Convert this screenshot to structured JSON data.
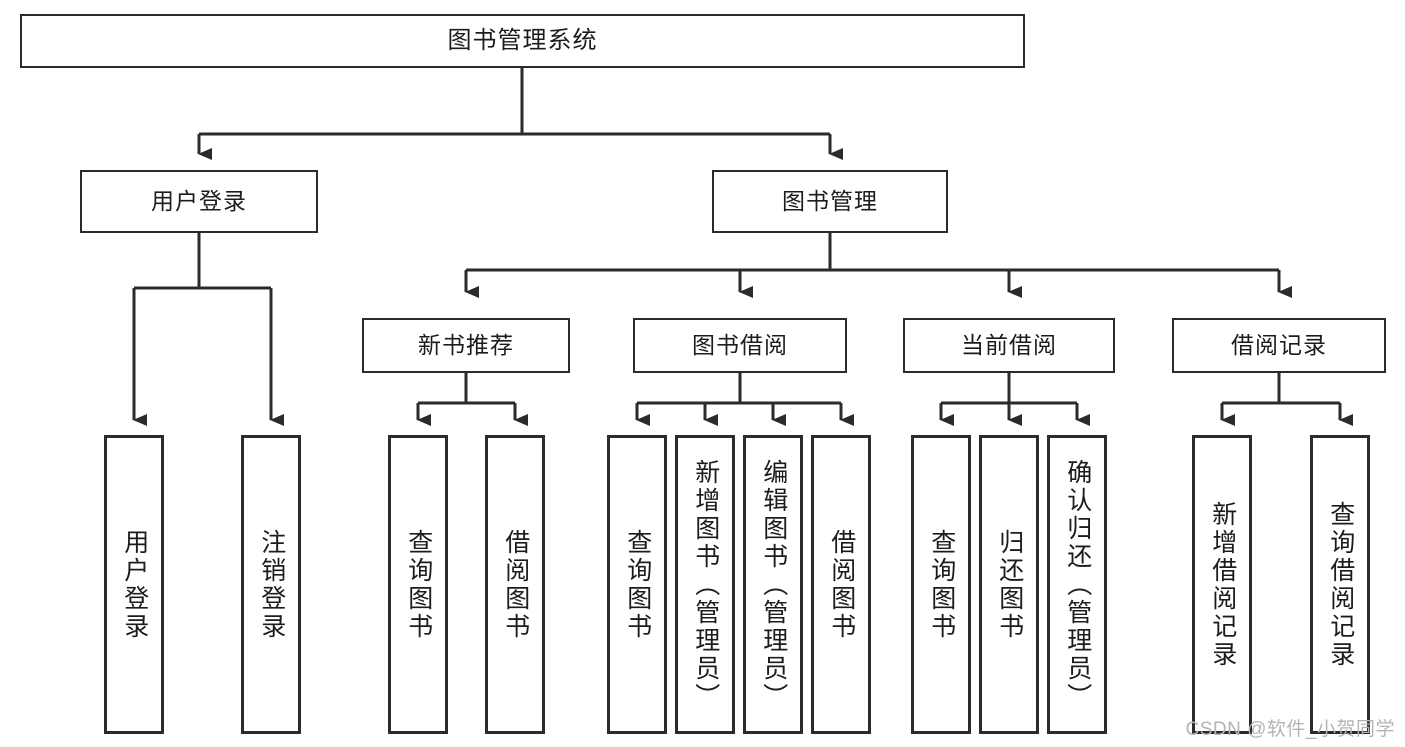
{
  "diagram": {
    "title": "图书管理系统",
    "type": "tree-hierarchy",
    "watermark": "CSDN @软件_小贺同学",
    "colors": {
      "background": "#ffffff",
      "node_border": "#2b2b2b",
      "node_fill": "#ffffff",
      "text": "#1c1c1c",
      "edge": "#2b2b2b",
      "watermark": "#b4b4b4"
    },
    "nodes": {
      "root": {
        "label": "图书管理系统"
      },
      "level2": [
        {
          "label": "用户登录"
        },
        {
          "label": "图书管理"
        }
      ],
      "level3": [
        {
          "label": "新书推荐"
        },
        {
          "label": "图书借阅"
        },
        {
          "label": "当前借阅"
        },
        {
          "label": "借阅记录"
        }
      ],
      "leaves": [
        {
          "label": "用户登录",
          "parent": "用户登录"
        },
        {
          "label": "注销登录",
          "parent": "用户登录"
        },
        {
          "label": "查询图书",
          "parent": "新书推荐"
        },
        {
          "label": "借阅图书",
          "parent": "新书推荐"
        },
        {
          "label": "查询图书",
          "parent": "图书借阅"
        },
        {
          "label": "新增图书（管理员）",
          "parent": "图书借阅"
        },
        {
          "label": "编辑图书（管理员）",
          "parent": "图书借阅"
        },
        {
          "label": "借阅图书",
          "parent": "图书借阅"
        },
        {
          "label": "查询图书",
          "parent": "当前借阅"
        },
        {
          "label": "归还图书",
          "parent": "当前借阅"
        },
        {
          "label": "确认归还（管理员）",
          "parent": "当前借阅"
        },
        {
          "label": "新增借阅记录",
          "parent": "借阅记录"
        },
        {
          "label": "查询借阅记录",
          "parent": "借阅记录"
        }
      ]
    }
  }
}
